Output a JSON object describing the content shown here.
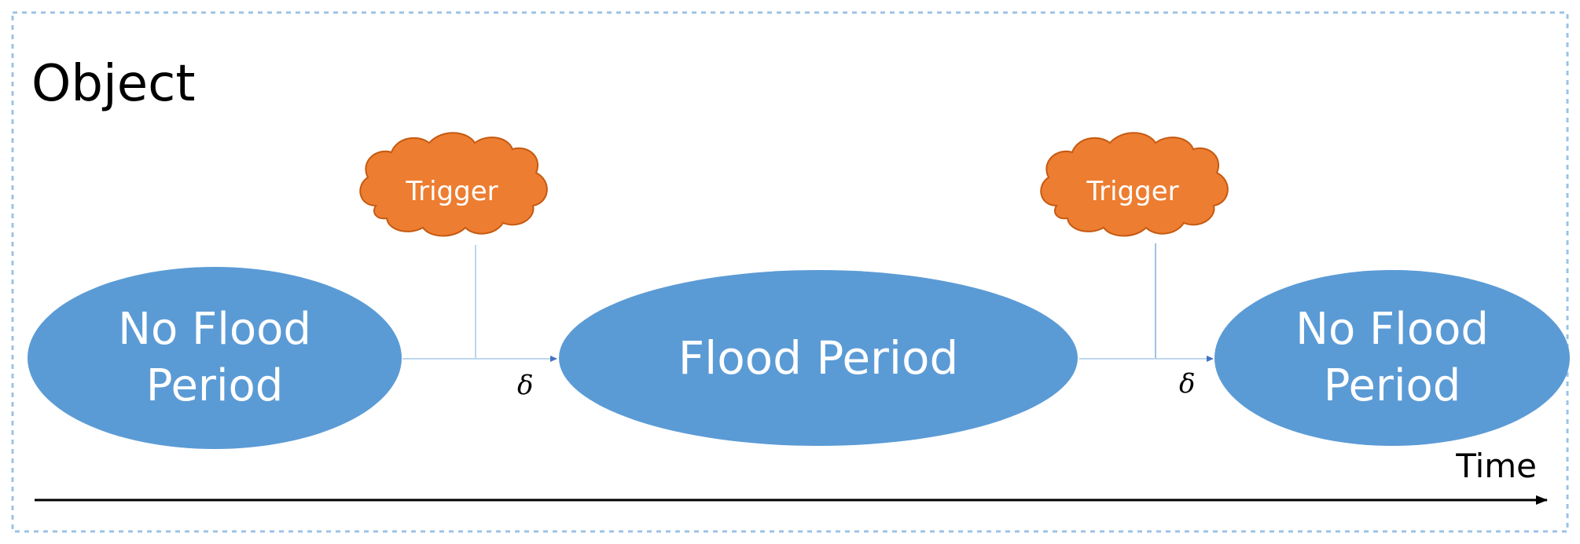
{
  "diagram": {
    "object_label": "Object",
    "time_label": "Time",
    "delta_symbol": "δ",
    "states": [
      {
        "line1": "No Flood",
        "line2": "Period"
      },
      {
        "line1": "Flood Period"
      },
      {
        "line1": "No Flood",
        "line2": "Period"
      }
    ],
    "triggers": [
      {
        "label": "Trigger"
      },
      {
        "label": "Trigger"
      }
    ],
    "colors": {
      "state_fill": "#5b9bd5",
      "state_text": "#ffffff",
      "trigger_fill": "#ed7d31",
      "trigger_text": "#ffffff",
      "border_dash": "#9dc3e6",
      "connector": "#9dc3e6",
      "axis": "#000000",
      "text": "#000000"
    }
  }
}
